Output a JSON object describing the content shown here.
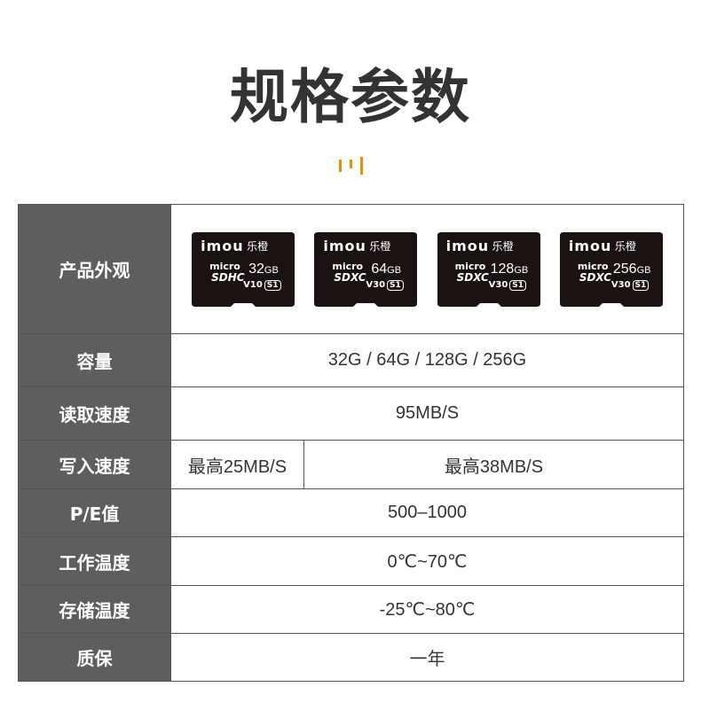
{
  "title": "规格参数",
  "colors": {
    "accent": "#f08c00",
    "label_bg": "#5e5e5e",
    "title": "#333333"
  },
  "cards": [
    {
      "brand": "imou",
      "brand_cn": "乐橙",
      "micro": "micro",
      "sd": "SD",
      "sd_class": "HC",
      "capacity": "32",
      "unit": "GB",
      "speed_mark": "V10",
      "uhs": "S1"
    },
    {
      "brand": "imou",
      "brand_cn": "乐橙",
      "micro": "micro",
      "sd": "SD",
      "sd_class": "XC",
      "capacity": "64",
      "unit": "GB",
      "speed_mark": "V30",
      "uhs": "S1"
    },
    {
      "brand": "imou",
      "brand_cn": "乐橙",
      "micro": "micro",
      "sd": "SD",
      "sd_class": "XC",
      "capacity": "128",
      "unit": "GB",
      "speed_mark": "V30",
      "uhs": "S1"
    },
    {
      "brand": "imou",
      "brand_cn": "乐橙",
      "micro": "micro",
      "sd": "SD",
      "sd_class": "XC",
      "capacity": "256",
      "unit": "GB",
      "speed_mark": "V30",
      "uhs": "S1"
    }
  ],
  "rows": {
    "appearance": {
      "label": "产品外观"
    },
    "capacity": {
      "label": "容量",
      "value": "32G / 64G / 128G / 256G"
    },
    "read": {
      "label": "读取速度",
      "value": "95MB/S"
    },
    "write": {
      "label": "写入速度",
      "value_a": "最高25MB/S",
      "value_b": "最高38MB/S"
    },
    "pe": {
      "label": "P/E值",
      "value": "500–1000"
    },
    "work_temp": {
      "label": "工作温度",
      "value": "0℃~70℃"
    },
    "storage_temp": {
      "label": "存储温度",
      "value": "-25℃~80℃"
    },
    "warranty": {
      "label": "质保",
      "value": "一年"
    }
  }
}
